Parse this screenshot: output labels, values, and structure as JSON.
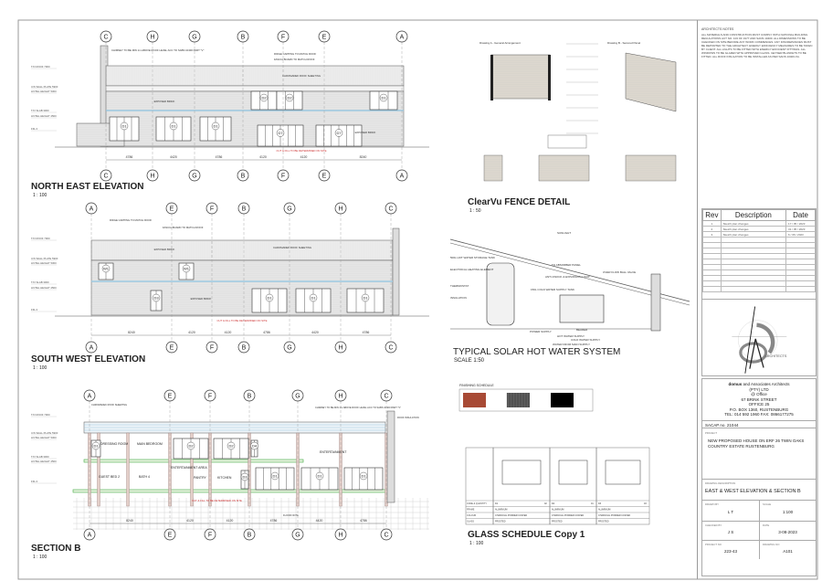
{
  "drawings": {
    "north_east": {
      "title": "NORTH EAST ELEVATION",
      "scale": "1 : 100",
      "grids": [
        "C",
        "H",
        "G",
        "B",
        "F",
        "E",
        "A"
      ],
      "dimensions": [
        "4786",
        "4420",
        "4786",
        "4120",
        "4120",
        "8240"
      ],
      "levels": [
        "T/O ROOF 7900",
        "U/S WALL PLATE 5900",
        "LINTEL HEIGHT 5300",
        "T/O SLAB 3000",
        "LINTEL HEIGHT 2500",
        "FFL 0"
      ],
      "notes": [
        "CHIMNEY TO BE MIN 1m ABOVE ROOF LEVEL ACC TO SABS 10400 PART \"V\"",
        "RIDGE CAPPING TO MATCH ROOF",
        "FASCIA BOARD TO MATCH ROOF",
        "CHROMADEK ROOF SHEETING",
        "EXPOSED BRICK",
        "CUT & FILL TO BE DETERMINED ON SITE"
      ],
      "doors": [
        "D1",
        "D1",
        "D1",
        "D2",
        "D2",
        "D1",
        "D7",
        "D7"
      ]
    },
    "south_west": {
      "title": "SOUTH WEST ELEVATION",
      "scale": "1 : 100",
      "grids": [
        "A",
        "E",
        "F",
        "B",
        "G",
        "H",
        "C"
      ],
      "dimensions": [
        "8240",
        "4120",
        "4120",
        "4786",
        "4420",
        "4786"
      ],
      "notes": [
        "RIDGE CAPPING TO MATCH ROOF",
        "FASCIA BOARD TO MATCH ROOF",
        "CHROMADEK ROOF SHEETING",
        "EXPOSED BRICK",
        "CUT & FILL TO BE DETERMINED ON SITE"
      ],
      "doors": [
        "W1",
        "W1",
        "D3",
        "D1",
        "D1",
        "D1"
      ]
    },
    "section_b": {
      "title": "SECTION B",
      "scale": "1 : 100",
      "grids": [
        "A",
        "E",
        "F",
        "B",
        "G",
        "H",
        "C"
      ],
      "dimensions": [
        "8240",
        "4120",
        "4120",
        "4786",
        "4420",
        "4786"
      ],
      "rooms": [
        "DRESSING ROOM",
        "MAIN BEDROOM",
        "GUEST BED 2",
        "BATH 4",
        "ENTERTAINMENT AREA",
        "PANTRY",
        "KITCHEN",
        "ENTERTAINMENT"
      ],
      "notes": [
        "CHROMADEK ROOF SHEETING",
        "CHIMNEY TO BE MIN 1m ABOVE ROOF LEVEL ACC TO SABS 10400 PART \"V\"",
        "ROOF INSULATION",
        "CUT & FILL TO BE DETERMINED ON SITE",
        "FLOOR NOTE"
      ]
    },
    "fence": {
      "title": "ClearVu FENCE DETAIL",
      "scale": "1 : 50",
      "sub_a": "Drawing A - General Arrangement",
      "sub_b": "Drawing B - Secured Panel"
    },
    "solar": {
      "title": "TYPICAL SOLAR HOT WATER SYSTEM",
      "scale": "SCALE 1:50",
      "labels": [
        "SUNLIGHT",
        "500L HOT WATER STORAGE TANK",
        "ELECTRICAL HEATING ELEMENT",
        "THERMOSTAT",
        "INSULATION",
        "TO ABSORBER PANEL",
        "ANTI-KNOCK & EXPANSION LOOP",
        "OVER FLOW BALL VALVE",
        "150L COLD WATER SUPPLY TANK",
        "BEARER",
        "POWER SUPPLY",
        "HOT WATER SUPPLY",
        "COLD WATER SUPPLY",
        "WATER FROM MAIN SUPPLY"
      ]
    },
    "finishing": {
      "title": "FINISHING SCHEDULE",
      "swatches": [
        {
          "color": "#a84a35"
        },
        {
          "color": "#444444"
        },
        {
          "color": "#000000"
        }
      ]
    },
    "glass": {
      "title": "GLASS SCHEDULE Copy 1",
      "scale": "1 : 100",
      "rows": [
        "CODE & QUANTITY",
        "FRAME",
        "COLOUR",
        "GLASS"
      ],
      "columns": [
        {
          "code": "D1",
          "qty": "02",
          "frame": "ALUMINIUM",
          "colour": "CHARCOAL POWDER COATED",
          "glass": "FROSTED"
        },
        {
          "code": "D2",
          "qty": "01",
          "frame": "ALUMINIUM",
          "colour": "CHARCOAL POWDER COATED",
          "glass": "FROSTED"
        },
        {
          "code": "D3",
          "qty": "03",
          "frame": "ALUMINIUM",
          "colour": "CHARCOAL POWDER COATED",
          "glass": "FROSTED"
        }
      ]
    }
  },
  "title_block": {
    "notes_heading": "ARCHITECTS NOTES",
    "notes_text": "ALL MATERIALS AND CONSTRUCTION MUST COMPLY WITH NATIONAL BUILDING REGULATIONS ACT NO. 103 OF 1977 AND SANS 10400. ALL DIMENSIONS TO BE CHECKED ON SITE BEFORE ANY WORK COMMENCES. ANY DISCREPANCIES MUST BE REPORTED TO THE ARCHITECT. ENERGY EFFICIENCY MEASURES TO BE TAKEN BY CLIENT. ALL LIGHTS TO BE FITTED WITH ENERGY EFFICIENT FITTINGS. ALL WINDOWS TO BE GLAZED WITH APPROVED GLASS. GEYSER BLANKETS TO BE FITTED. ALL ROOF INSULATION TO BE INSTALLED AS PER SANS 10400-XA.",
    "rev_headers": [
      "Rev",
      "Description",
      "Date"
    ],
    "revisions": [
      {
        "rev": "1",
        "description": "Sketch plan changes",
        "date": "17 / 05 / 2023"
      },
      {
        "rev": "2",
        "description": "Sketch plan changes",
        "date": "31 / 05 / 2023"
      },
      {
        "rev": "3",
        "description": "Sketch plan changes",
        "date": "6 / 06 / 2023"
      }
    ],
    "logo_text": "ARCHITECTS",
    "firm": {
      "name_bold": "domus",
      "name_rest": " and Associates Architects",
      "suffix": "(PTY) LTD",
      "line1": "@ Office",
      "line2": "67 BRINK STREET",
      "line3": "OFFICE 25",
      "line4": "P.O. BOX 1360, RUSTENBURG",
      "line5": "TEL: 014 592 1960 FAX: 0866177275"
    },
    "sacap": "SACAP no. 21044",
    "project_label": "PROJECT",
    "project": "NEW PROPOSED HOUSE ON ERF 26 TWIN OAKS COUNTRY ESTATE RUSTENBURG",
    "desc_label": "DRAWING DESCRIPTION",
    "description": "EAST & WEST ELEVATION & SECTION B",
    "drawn_by_label": "DRAWN BY",
    "drawn_by": "L T",
    "scale_label": "SCALE",
    "scale": "1:100",
    "checked_by_label": "CHECKED BY",
    "checked_by": "J S",
    "date_label": "DATE",
    "date": "3-08-2023",
    "project_no_label": "PROJECT NO",
    "project_no": "223-43",
    "drawing_no_label": "DRAWING NO",
    "drawing_no": "A101"
  }
}
